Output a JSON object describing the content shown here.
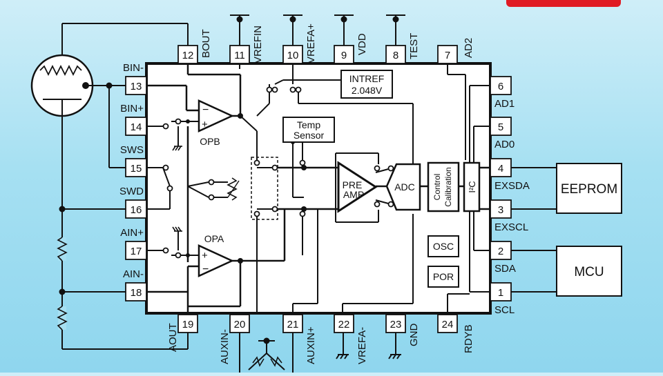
{
  "brand_accent": "#e01b24",
  "pins": {
    "p1": {
      "num": "1",
      "label": "SCL"
    },
    "p2": {
      "num": "2",
      "label": "SDA"
    },
    "p3": {
      "num": "3",
      "label": "EXSCL"
    },
    "p4": {
      "num": "4",
      "label": "EXSDA"
    },
    "p5": {
      "num": "5",
      "label": "AD0"
    },
    "p6": {
      "num": "6",
      "label": "AD1"
    },
    "p7": {
      "num": "7",
      "label": "AD2"
    },
    "p8": {
      "num": "8",
      "label": "TEST"
    },
    "p9": {
      "num": "9",
      "label": "VDD"
    },
    "p10": {
      "num": "10",
      "label": "VREFA+"
    },
    "p11": {
      "num": "11",
      "label": "VREFIN"
    },
    "p12": {
      "num": "12",
      "label": "BOUT"
    },
    "p13": {
      "num": "13",
      "label": "BIN-"
    },
    "p14": {
      "num": "14",
      "label": "BIN+"
    },
    "p15": {
      "num": "15",
      "label": "SWS"
    },
    "p16": {
      "num": "16",
      "label": "SWD"
    },
    "p17": {
      "num": "17",
      "label": "AIN+"
    },
    "p18": {
      "num": "18",
      "label": "AIN-"
    },
    "p19": {
      "num": "19",
      "label": "AOUT"
    },
    "p20": {
      "num": "20",
      "label": "AUXIN-"
    },
    "p21": {
      "num": "21",
      "label": "AUXIN+"
    },
    "p22": {
      "num": "22",
      "label": "VREFA-"
    },
    "p23": {
      "num": "23",
      "label": "GND"
    },
    "p24": {
      "num": "24",
      "label": "RDYB"
    }
  },
  "blocks": {
    "opb": "OPB",
    "opa": "OPA",
    "intref_1": "INTREF",
    "intref_2": "2.048V",
    "temp_1": "Temp",
    "temp_2": "Sensor",
    "preamp_1": "PRE",
    "preamp_2": "AMP",
    "adc": "ADC",
    "control": "Control",
    "calibration": "Calibration",
    "i2c": "I²C",
    "osc": "OSC",
    "por": "POR",
    "eeprom": "EEPROM",
    "mcu": "MCU"
  }
}
